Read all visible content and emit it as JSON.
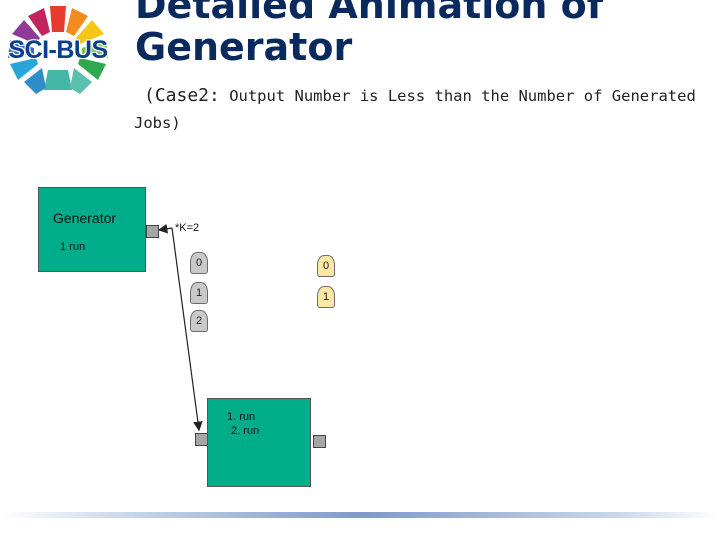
{
  "logo": {
    "text": "SCI-BUS"
  },
  "title": {
    "line1": "Detailed Animation of",
    "line2": "Generator"
  },
  "subtitle": {
    "case": "(Case2:",
    "rest": " Output Number is Less than the Number of Generated Jobs)"
  },
  "diagram": {
    "generator": {
      "name": "Generator",
      "run_label": "1 run"
    },
    "wire_label": "*K=2",
    "input_tokens": [
      "0",
      "1",
      "2"
    ],
    "output_tokens": [
      "0",
      "1"
    ],
    "target": {
      "run_1": "1. run",
      "run_2": "2. run"
    }
  },
  "colors": {
    "node_fill": "#00ad8b",
    "token_pending": "#c9c9c9",
    "token_done": "#fce7a4",
    "title": "#0a2a5e",
    "logo_text": "#0a3f8c"
  }
}
